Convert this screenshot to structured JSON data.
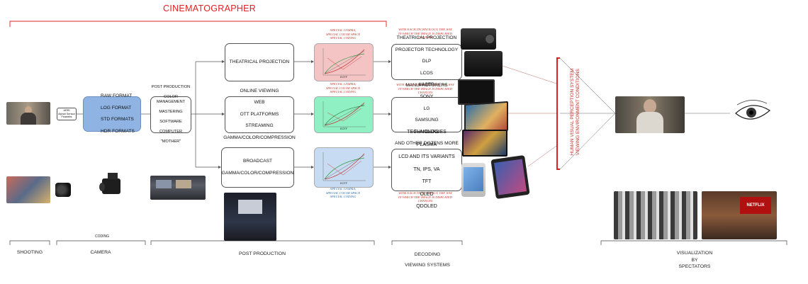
{
  "title": "CINEMATOGRAPHER",
  "capture_box": "ARRI\nAlphaI Sensor\nFlowlabs",
  "formats_box": [
    "RAW FORMAT",
    "LOG FORMAT",
    "STD FORMATS",
    "HDR FORMATS"
  ],
  "post_box": [
    "POST PRODUCTION",
    "COLOR MANAGEMENT",
    "MASTERING",
    "SOFTWARE",
    "COMPUTER",
    "\"MOTHER\""
  ],
  "theatrical_box": "THEATRICAL PROJECTION",
  "online_box": [
    "ONLINE VIEWING",
    "WEB",
    "OTT PLATFORMS",
    "STREAMING",
    "GAMMA/COLOR/COMPRESSION"
  ],
  "broadcast_box": [
    "BROADCAST",
    "GAMMA/COLOR/COMPRESSION"
  ],
  "theatrical_tech_box": [
    "THEATRICAL PROJECTION",
    "PROJECTOR TECHNOLOGY",
    "DLP",
    "LCOS",
    "LASER"
  ],
  "manufacturers_box": [
    "MANUFACTURERS",
    "SONY",
    "LG",
    "SAMSUNG",
    "FLANDERS",
    "AND OTHER DOZENS MORE"
  ],
  "technologies_box": [
    "TECHNOLOGIES",
    "PLASMA",
    "LCD AND ITS VARIANTS",
    "TN, IPS, VA",
    "TFT",
    "OLED",
    "QDOLED"
  ],
  "graph_label": "EOTF",
  "notes": {
    "gamma_top": "SPECIAL GAMMA,\nSPECIAL COLOR SPACE\nSPECIAL CODING",
    "gamma_mid": "SPECIAL GAMMA,\nSPECIAL COLOR SPACE\nSPECIAL CODING",
    "gamma_bottom": "SPECIAL GAMMA,\nSPECIAL COLOR SPACE\nSPECIAL CODING",
    "tech_top": "WITH EACH TECHNOLOGY, THE WAY\nIN WHICH THE IMAGE IS DISPLAYED\nCHANGES",
    "tech_mid": "WITH EACH MANUFACTURER, THE WAY\nIN WHICH THE IMAGE IS DISPLAYED\nCHANGES",
    "tech_bottom": "WITH EACH TECHNOLOGY, THE WAY\nIN WHICH THE IMAGE IS DISPLAYED\nCHANGES"
  },
  "perception_label": [
    "HUMAN VISUAL PERCEPTION SYSTEM",
    "VIEWING ENVIRONMENT CONDITIONS"
  ],
  "coding_label": "CODING",
  "stages": {
    "shooting": "SHOOTING",
    "camera": "CAMERA",
    "post": "POST PRODUCTION",
    "decoding": "DECODING",
    "viewing": "VIEWING SYSTEMS",
    "visualization": "VISUALIZATION\nBY\nSPECTATORS"
  },
  "screen_brand": "NETFLIX",
  "colors": {
    "accent": "#e02020",
    "formats_fill": "#8fb4e3",
    "graph_red": "#f4c4c4",
    "graph_green": "#8ff0c4",
    "graph_blue": "#c7dcf2"
  }
}
